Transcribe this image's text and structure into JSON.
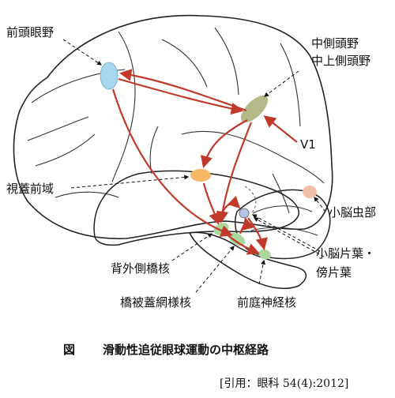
{
  "labels": {
    "fef": "前頭眼野",
    "mt_line1": "中側頭野",
    "mt_line2": "中上側頭野",
    "v1": "V1",
    "pretectum": "視蓋前域",
    "vermis": "小脳虫部",
    "flocculus_line1": "小脳片葉・",
    "flocculus_line2": "傍片葉",
    "dlpn": "背外側橋核",
    "nrtp": "橋被蓋網様核",
    "vestibular": "前庭神経核"
  },
  "caption": {
    "figure_label": "図",
    "title": "滑動性追従眼球運動の中枢経路"
  },
  "citation": "[引用：眼科 54(4):2012]",
  "colors": {
    "pathway_arrow": "#c0392b",
    "fef": "#a8d8f0",
    "mt": "#b5b98a",
    "pretectum": "#f5b866",
    "vermis": "#f2bfa6",
    "brainstem_nuclei": "#a9d99a",
    "flocculus": "#b7c2e8"
  }
}
